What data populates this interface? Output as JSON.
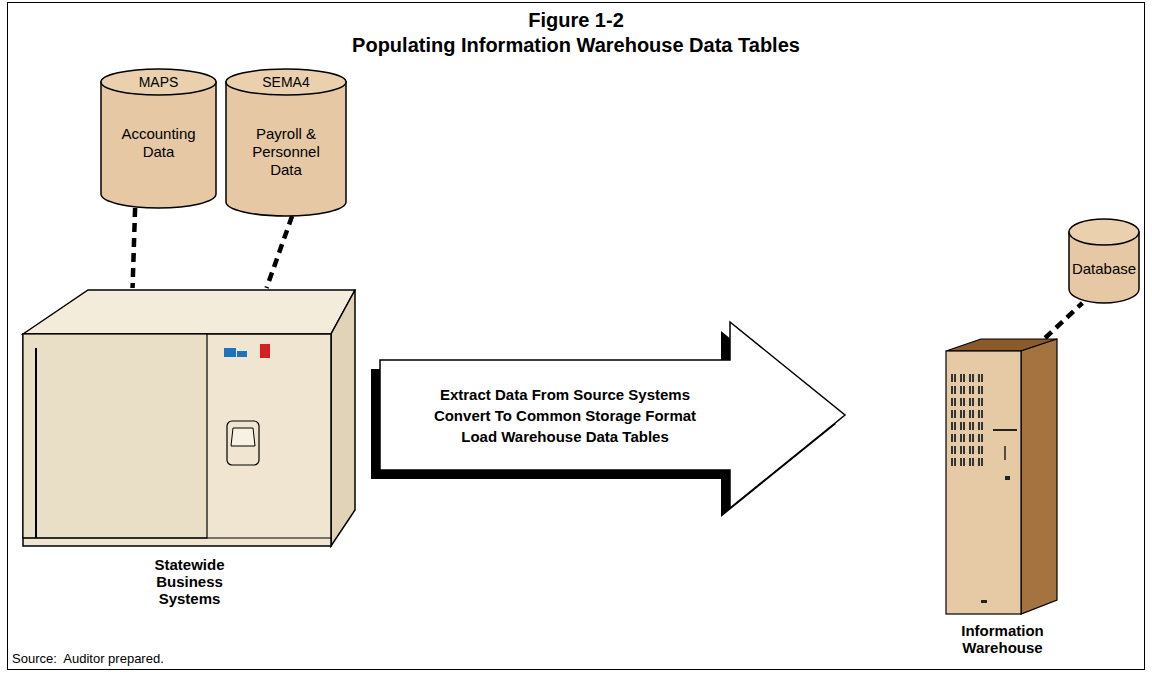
{
  "diagram": {
    "title": "Figure 1-2",
    "caption": "Source:  Auditor prepared.",
    "nodes": [
      {
        "text": [
          "MAPS",
          "Accounting Data"
        ]
      },
      {
        "text": [
          "SEMA4",
          "Payroll & Personnel Data"
        ]
      },
      {
        "text": [
          "Statewide Business Systems"
        ]
      },
      {
        "text": [
          "Information Warehouse"
        ]
      },
      {
        "text": [
          "Database"
        ]
      }
    ],
    "edges": [
      {
        "from": 0,
        "to": 2,
        "arrow": "none"
      },
      {
        "from": 1,
        "to": 2,
        "arrow": "none"
      },
      {
        "from": 3,
        "to": 4,
        "arrow": "none"
      },
      {
        "from": 2,
        "to": 3,
        "label": "Extract Data From Source Systems Convert To Common Storage Format Load Warehouse Data Tables",
        "arrow": "to"
      }
    ],
    "labels": [
      "Populating Information Warehouse Data Tables"
    ]
  }
}
